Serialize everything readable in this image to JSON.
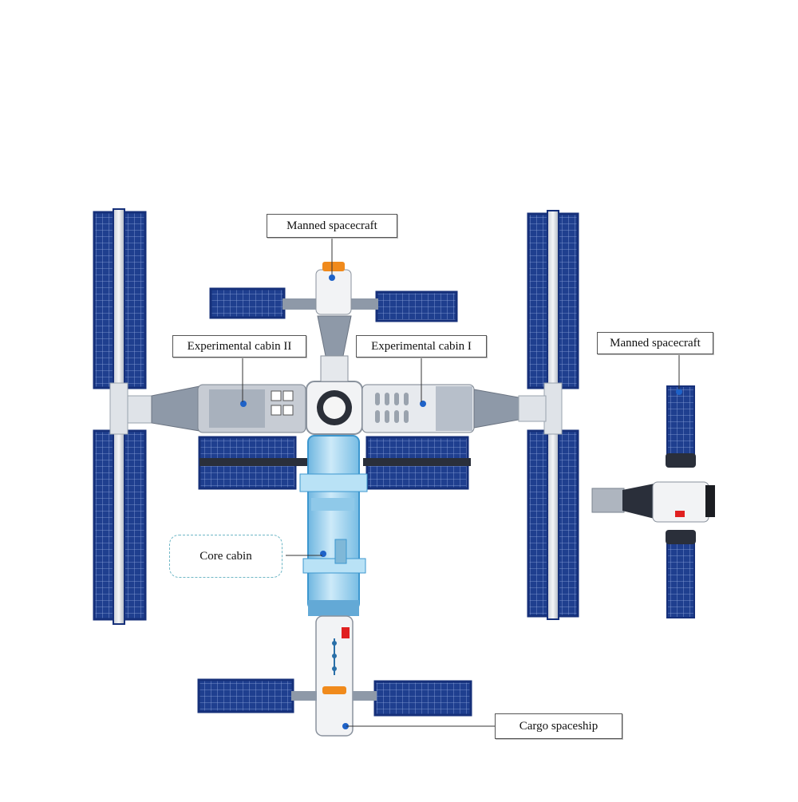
{
  "labels": {
    "manned_spacecraft_top": "Manned spacecraft",
    "experimental_cabin_2": "Experimental cabin II",
    "experimental_cabin_1": "Experimental cabin I",
    "manned_spacecraft_right": "Manned spacecraft",
    "core_cabin": "Core cabin",
    "cargo_spaceship": "Cargo spaceship"
  },
  "colors": {
    "panel_blue": "#1f3f8f",
    "panel_frame": "#16307a",
    "panel_grid": "#8fa6dc",
    "module_white": "#eef0f2",
    "module_gray": "#8e99a8",
    "core_blue": "#9fd3ef",
    "accent_orange": "#f08a1c",
    "accent_red": "#e02020",
    "leader_line": "#333333",
    "dashed_border": "#6fb7c6"
  }
}
